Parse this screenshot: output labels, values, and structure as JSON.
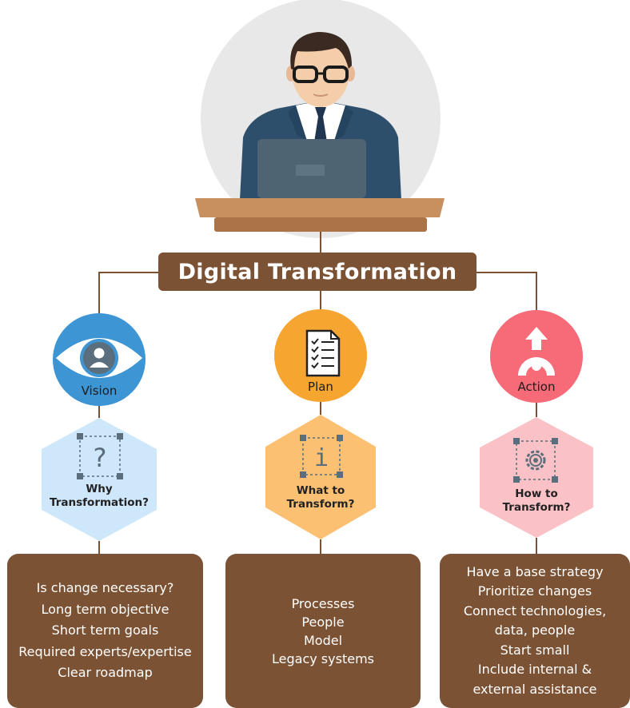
{
  "title": "Digital Transformation",
  "colors": {
    "brown": "#7c5234",
    "vision_blue": "#3d95d4",
    "plan_orange": "#f7a531",
    "action_red": "#f76b78",
    "hex_blue": "#cfe7fb",
    "hex_orange": "#fbc072",
    "hex_pink": "#fac2c7"
  },
  "columns": [
    {
      "id": "vision",
      "circle_label": "Vision",
      "icon": "eye-icon",
      "hex_icon": "question-mark-icon",
      "hex_label_lines": [
        "Why",
        "Transformation?"
      ],
      "box_lines": [
        "Is change necessary?",
        "Long term objective",
        "Short term goals",
        "Required experts/expertise",
        "Clear roadmap"
      ]
    },
    {
      "id": "plan",
      "circle_label": "Plan",
      "icon": "checklist-document-icon",
      "hex_icon": "info-icon",
      "hex_label_lines": [
        "What to",
        "Transform?"
      ],
      "box_lines": [
        "Processes",
        "People",
        "Model",
        "Legacy systems"
      ]
    },
    {
      "id": "action",
      "circle_label": "Action",
      "icon": "launch-arrow-icon",
      "hex_icon": "gear-icon",
      "hex_label_lines": [
        "How to",
        "Transform?"
      ],
      "box_lines": [
        "Have a base strategy",
        "Prioritize changes",
        "Connect technologies,",
        "data, people",
        "Start small",
        "Include internal &",
        "external assistance"
      ]
    }
  ]
}
